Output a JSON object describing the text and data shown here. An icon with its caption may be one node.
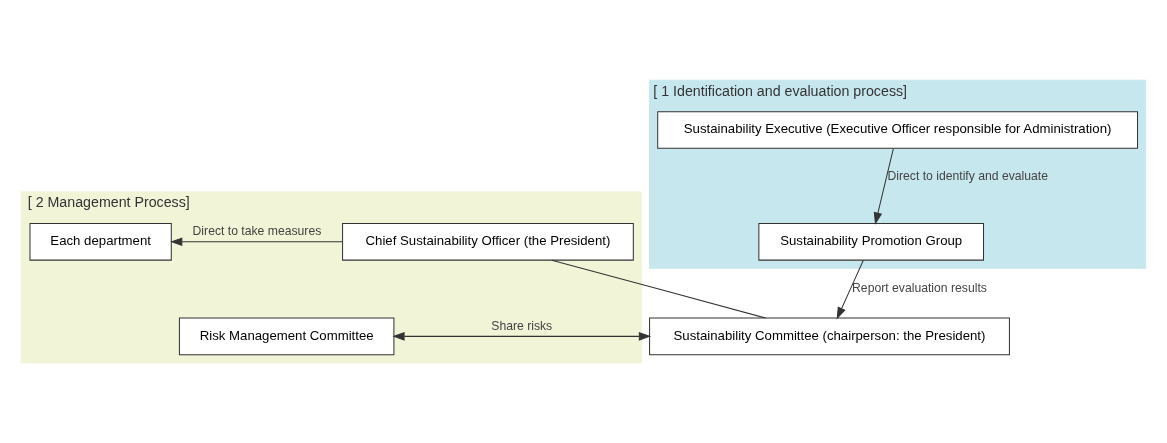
{
  "diagram": {
    "nodes": [
      {
        "text": [
          "[ 2 Management Process]"
        ]
      },
      {
        "text": [
          "Chief Sustainability Officer (the President)"
        ],
        "in": 0
      },
      {
        "text": [
          "Each department"
        ],
        "in": 0
      },
      {
        "text": [
          "[ 1 Identification and evaluation process]"
        ]
      },
      {
        "text": [
          "Sustainability Committee (chairperson: the President)"
        ]
      },
      {
        "text": [
          "Risk Management Committee"
        ],
        "in": 0
      },
      {
        "text": [
          "Sustainability Executive (Executive Officer responsible for Administration)"
        ],
        "in": 3
      },
      {
        "text": [
          "Sustainability Promotion Group"
        ],
        "in": 3
      }
    ],
    "edges": [
      {
        "from": 1,
        "to": 2,
        "arrow": "to",
        "label": "Direct to take measures"
      },
      {
        "from": 1,
        "to": 4,
        "arrow": "none"
      },
      {
        "from": 4,
        "to": 5,
        "arrow": "both",
        "label": "Share risks"
      },
      {
        "from": 6,
        "to": 7,
        "arrow": "to",
        "label": "Direct to identify and evaluate"
      },
      {
        "from": 7,
        "to": 4,
        "arrow": "to",
        "label": "Report evaluation results"
      }
    ]
  }
}
